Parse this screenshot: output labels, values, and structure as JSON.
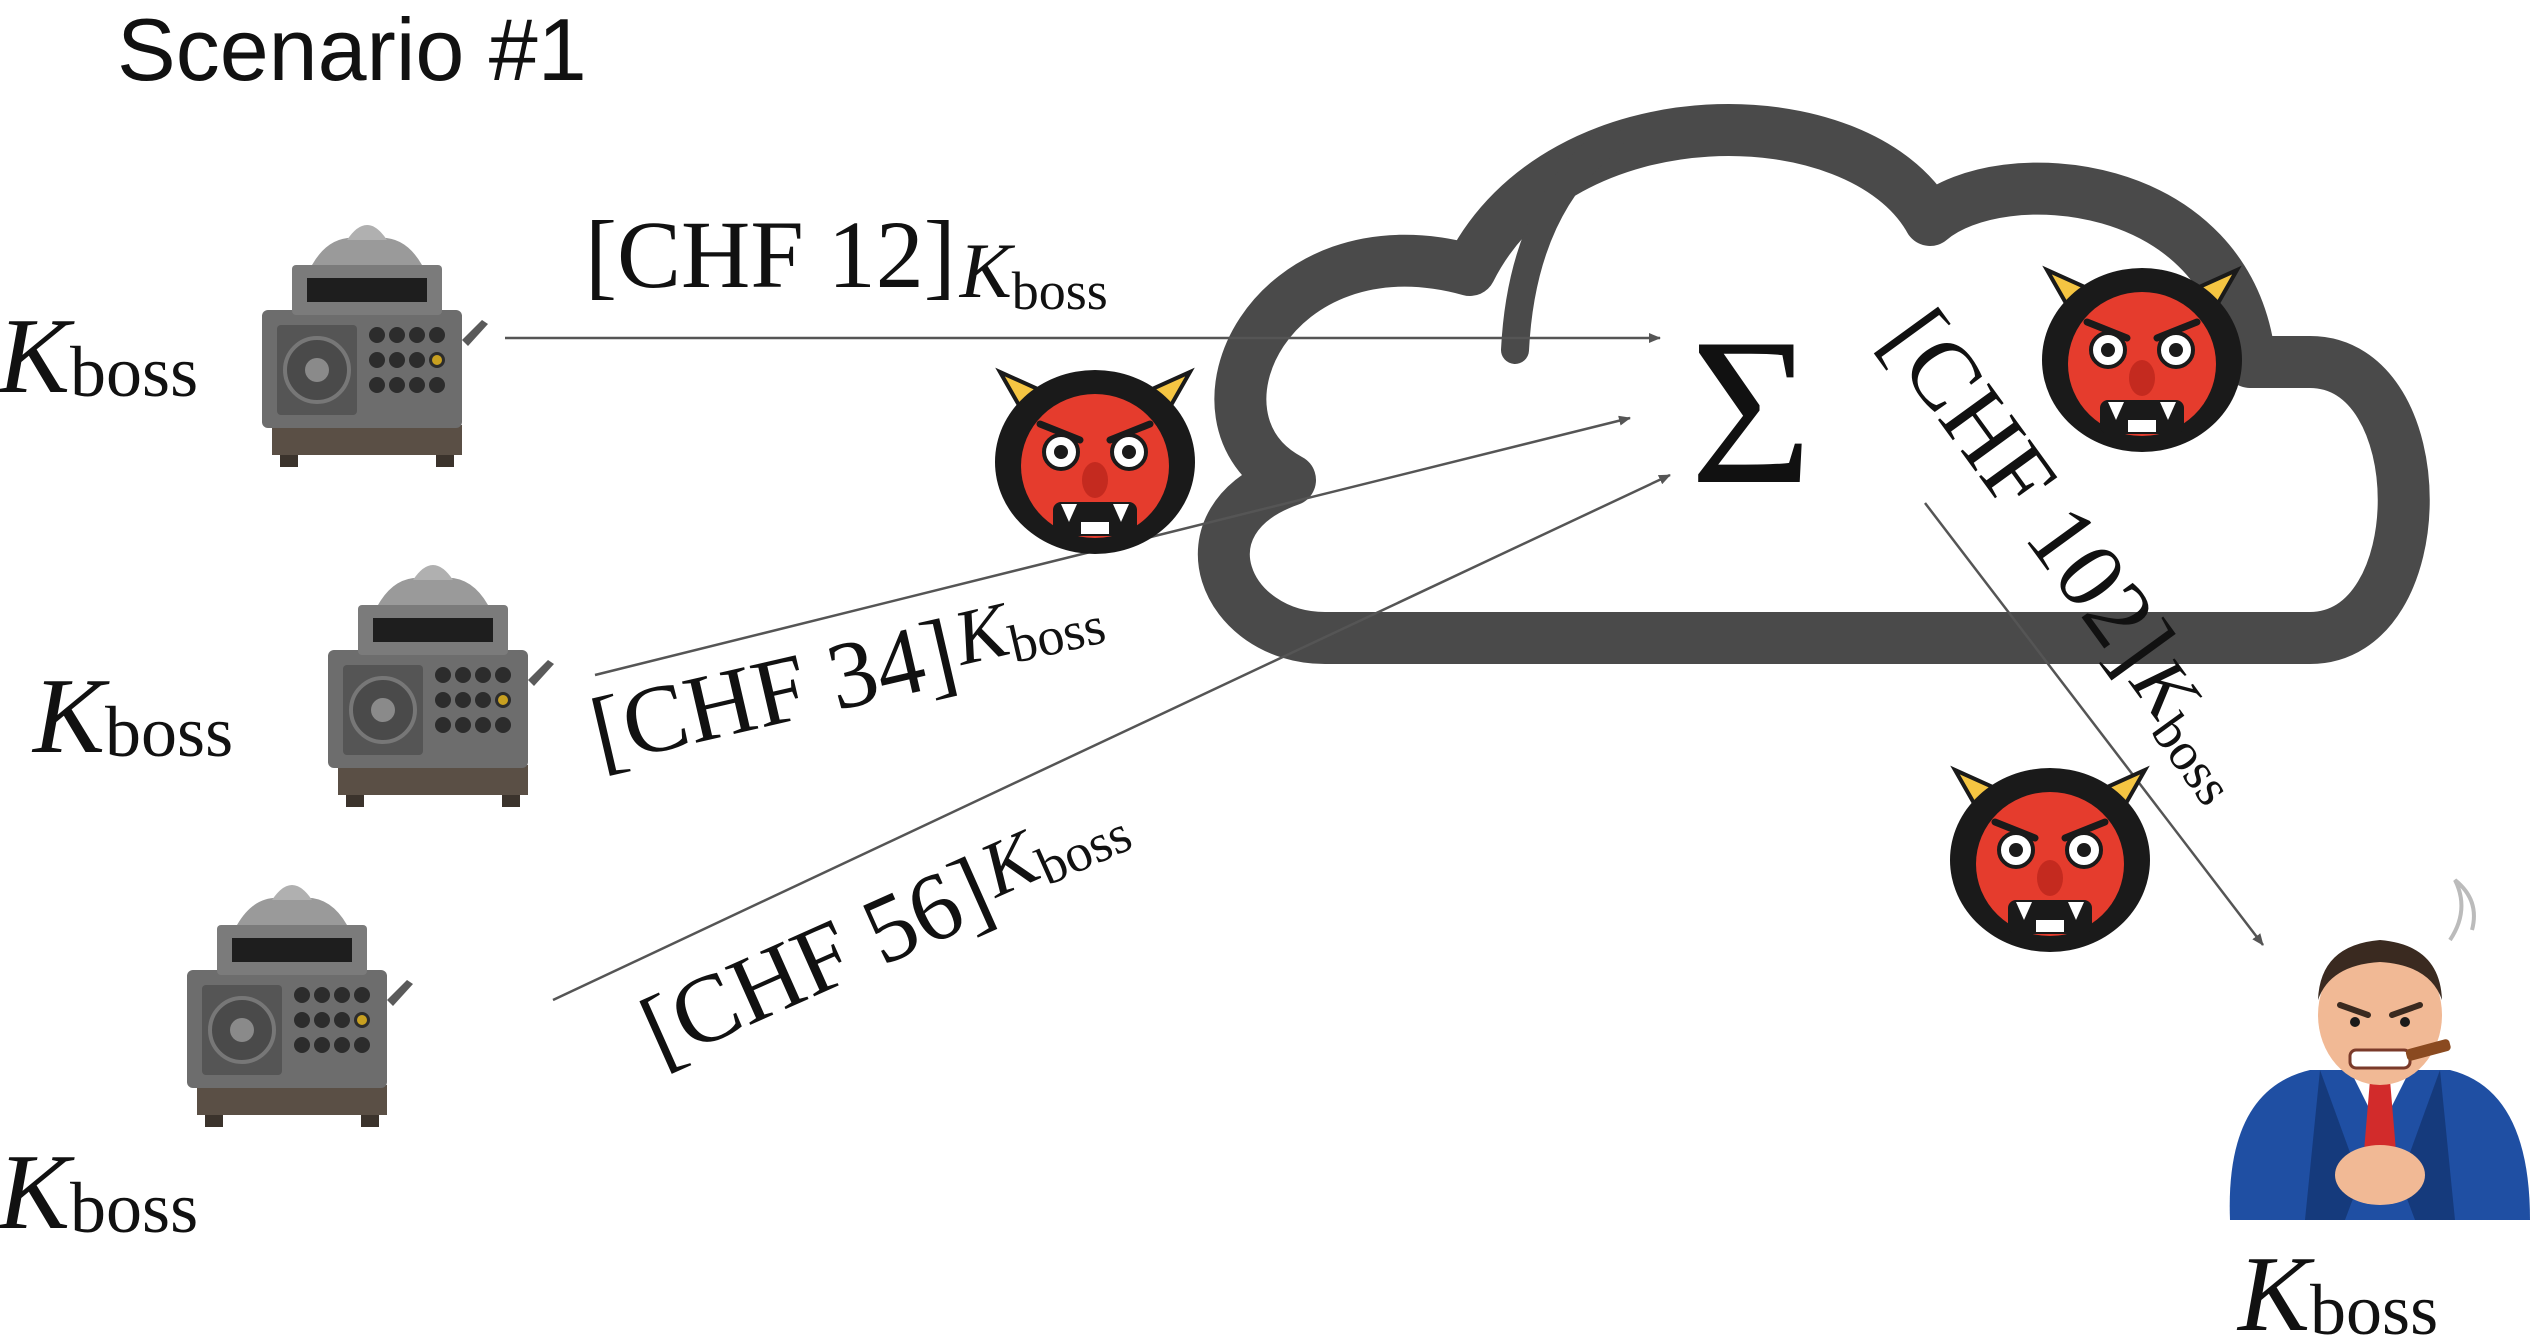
{
  "scenario_title": "Scenario #1",
  "key_label": {
    "base": "K",
    "subscript": "boss"
  },
  "aggregator_symbol": "Σ",
  "messages": [
    {
      "amount": "[CHF 12]"
    },
    {
      "amount": "[CHF 34]"
    },
    {
      "amount": "[CHF 56]"
    },
    {
      "amount": "[CHF 102]"
    }
  ],
  "icons": {
    "register": "cash-register-icon",
    "cloud": "cloud-icon",
    "adversary": "ogre-face-icon",
    "boss": "boss-icon"
  },
  "colors": {
    "cloud_outline": "#4a4a4a",
    "arrow": "#555555",
    "ogre_red": "#e53c2d",
    "ogre_horn": "#f5c542",
    "boss_suit": "#1f4fa3",
    "boss_tie": "#d22b2b"
  }
}
